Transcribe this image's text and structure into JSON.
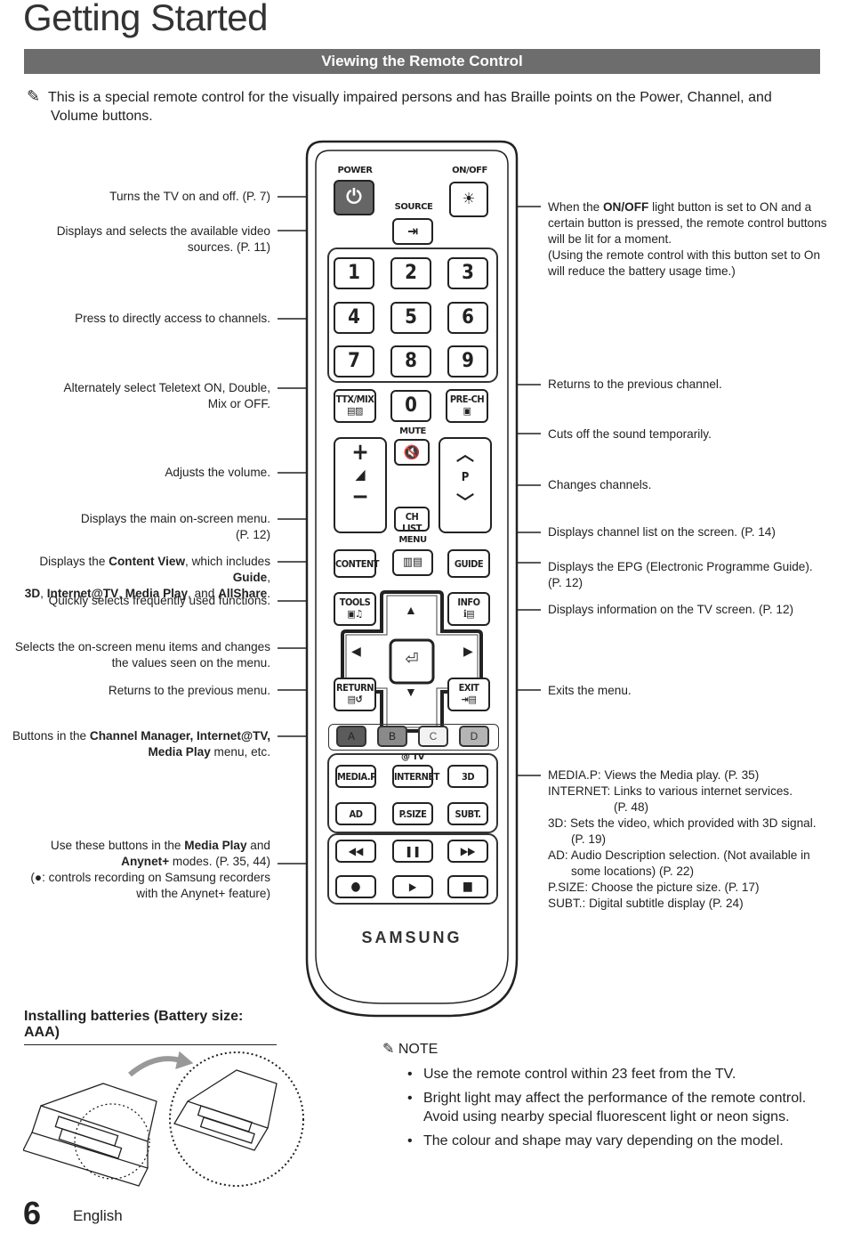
{
  "page": {
    "title": "Getting Started",
    "section": "Viewing the Remote Control",
    "intro_line1": "This is a special remote control for the visually impaired persons and has Braille points on the Power, Channel, and",
    "intro_line2": "Volume buttons."
  },
  "callouts_left": {
    "power": "Turns the TV on and off. (P. 7)",
    "source_1": "Displays and selects the available video",
    "source_2": "sources. (P. 11)",
    "numbers": "Press to directly access to channels.",
    "ttx_1": "Alternately select Teletext ON, Double,",
    "ttx_2": "Mix or OFF.",
    "volume": "Adjusts the volume.",
    "menu_1": "Displays the main on-screen menu.",
    "menu_2": "(P. 12)",
    "content_1a": "Displays the ",
    "content_1b": "Content View",
    "content_1c": ", which includes ",
    "content_1d": "Guide",
    "content_1e": ",",
    "content_2a": "3D",
    "content_2b": ", ",
    "content_2c": "Internet@TV",
    "content_2d": ", ",
    "content_2e": "Media Play",
    "content_2f": ", and ",
    "content_2g": "AllShare",
    "content_2h": ".",
    "tools": "Quickly selects frequently used functions.",
    "nav_1": "Selects the on-screen menu items and changes",
    "nav_2": "the values seen on the menu.",
    "return": "Returns to the previous menu.",
    "color_1a": "Buttons in the ",
    "color_1b": "Channel Manager, Internet@TV,",
    "color_2a": "Media Play",
    "color_2b": " menu, etc.",
    "media_1a": "Use these buttons in the ",
    "media_1b": "Media Play",
    "media_1c": " and",
    "media_2a": "Anynet+",
    "media_2b": " modes. (P. 35, 44)",
    "media_3": "(●: controls recording on Samsung recorders",
    "media_4": "with the Anynet+ feature)"
  },
  "callouts_right": {
    "onoff_1a": "When the ",
    "onoff_1b": "ON/OFF",
    "onoff_1c": " light button is set to ON and a",
    "onoff_2": "certain button is pressed, the remote control buttons",
    "onoff_3": "will be lit for a moment.",
    "onoff_4": "(Using the remote control with this button set to On",
    "onoff_5": "will reduce the battery usage time.)",
    "prech": "Returns to the previous channel.",
    "mute": "Cuts off the sound temporarily.",
    "channel": "Changes channels.",
    "chlist": "Displays channel list on the screen. (P. 14)",
    "guide_1": "Displays the EPG (Electronic Programme Guide).",
    "guide_2": "(P. 12)",
    "info": "Displays information on the TV screen. (P. 12)",
    "exit": "Exits the menu.",
    "mediap_k": "MEDIA.P",
    "mediap_v": ": Views the Media play. (P. 35)",
    "internet_k": "INTERNET",
    "internet_v": ": Links to various internet services.",
    "internet_2": "(P. 48)",
    "3d_k": "3D",
    "3d_v": ": Sets the video, which provided with 3D signal.",
    "3d_2": "(P. 19)",
    "ad_k": "AD",
    "ad_v": ": Audio Description selection. (Not available in",
    "ad_2": "some locations) (P. 22)",
    "psize_k": "P.SIZE",
    "psize_v": ": Choose the picture size. (P. 17)",
    "subt_k": "SUBT.",
    "subt_v": ": Digital subtitle display (P. 24)"
  },
  "remote": {
    "power": "POWER",
    "onoff": "ON/OFF",
    "source": "SOURCE",
    "digits": [
      "1",
      "2",
      "3",
      "4",
      "5",
      "6",
      "7",
      "8",
      "9"
    ],
    "zero": "0",
    "ttx": "TTX/MIX",
    "prech": "PRE-CH",
    "mute": "MUTE",
    "vol_up": "+",
    "vol_down": "−",
    "ch_p": "P",
    "chlist": "CH LIST",
    "menu": "MENU",
    "content": "CONTENT",
    "guide": "GUIDE",
    "tools": "TOOLS",
    "info": "INFO",
    "return": "RETURN",
    "exit": "EXIT",
    "colors": [
      "A",
      "B",
      "C",
      "D"
    ],
    "attv": "@ TV",
    "mediap": "MEDIA.P",
    "internet": "INTERNET",
    "threed": "3D",
    "ad": "AD",
    "psize": "P.SIZE",
    "subt": "SUBT.",
    "brand": "SAMSUNG"
  },
  "batteries": {
    "heading": "Installing batteries (Battery size: AAA)"
  },
  "note": {
    "title": "NOTE",
    "items": [
      "Use the remote control within 23 feet from the TV.",
      "Bright light may affect the performance of the remote control. Avoid using nearby special fluorescent light or neon signs.",
      "The colour and shape may vary depending on the model."
    ]
  },
  "footer": {
    "page_number": "6",
    "language": "English"
  },
  "colors": {
    "section_bar": "#6d6d6d",
    "color_a": "#5b5b5b",
    "color_b": "#8a8a8a",
    "color_c": "#f2f2f2",
    "color_d": "#b4b4b4"
  }
}
